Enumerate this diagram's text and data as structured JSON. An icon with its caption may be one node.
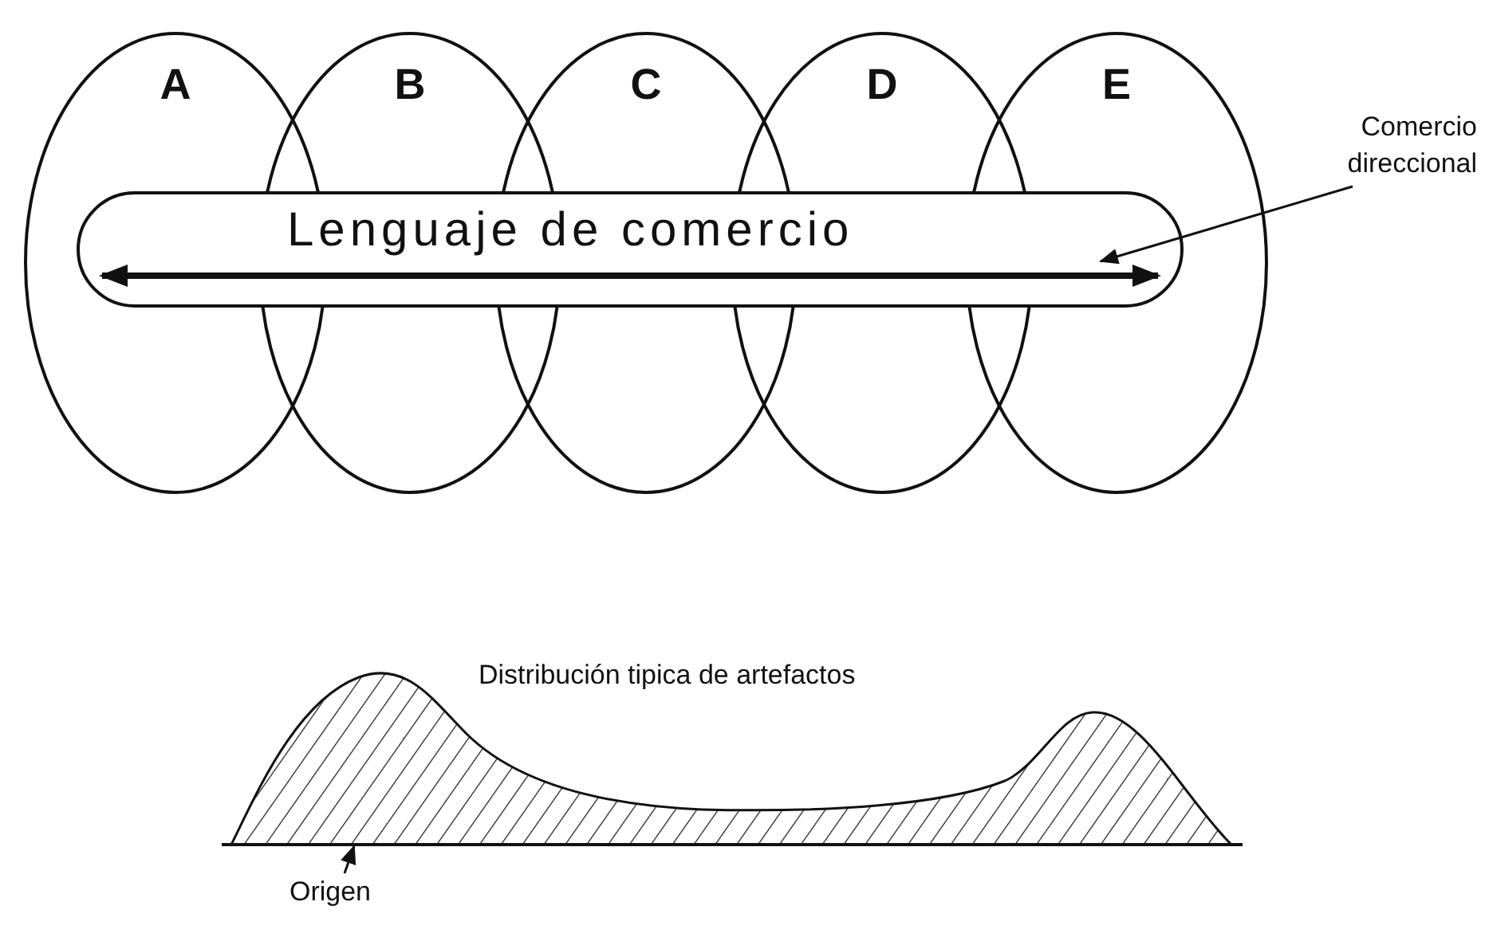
{
  "diagram": {
    "nodes": [
      {
        "text": [
          "A"
        ]
      },
      {
        "text": [
          "B"
        ]
      },
      {
        "text": [
          "C"
        ]
      },
      {
        "text": [
          "D"
        ]
      },
      {
        "text": [
          "E"
        ]
      },
      {
        "text": [
          "Lenguaje de comercio"
        ]
      },
      {
        "text": [
          "Comercio direccional"
        ]
      },
      {
        "text": [],
        "shape": "arrow",
        "in": 5
      },
      {
        "text": [],
        "shape": "area",
        "beside": [
          "Distribución tipica de artefactos"
        ]
      },
      {
        "text": [
          "Origen"
        ]
      }
    ],
    "edges": [
      {
        "from": 6,
        "to": 7,
        "arrow": "to"
      },
      {
        "from": 9,
        "to": 8,
        "arrow": "to"
      }
    ]
  }
}
